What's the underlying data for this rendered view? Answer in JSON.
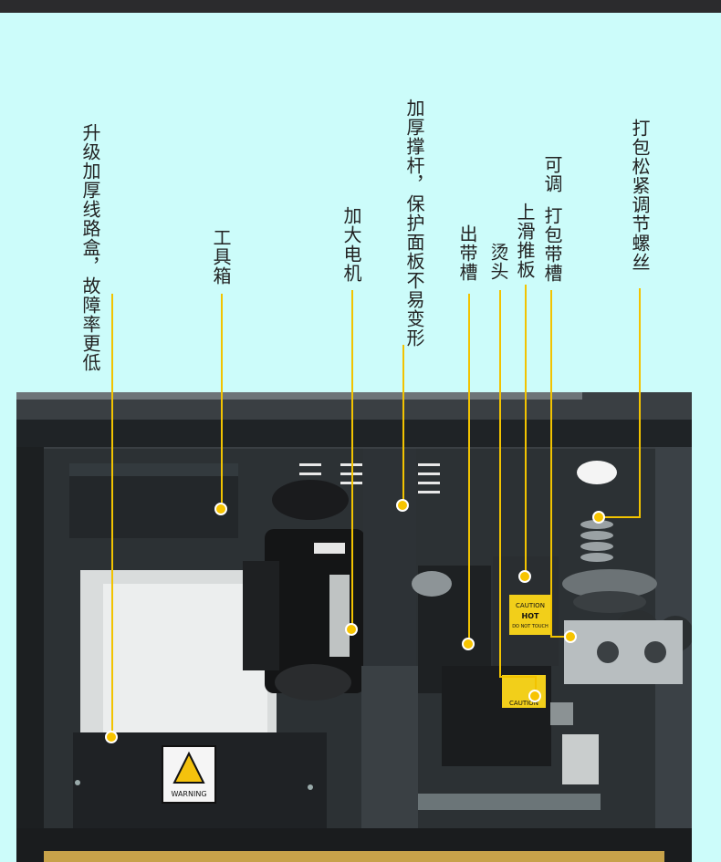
{
  "labels": {
    "junction_box_1": "升级加厚线路盒",
    "junction_box_2": "，故障率更低",
    "toolbox": "工具箱",
    "motor": "加大电机",
    "strut_1": "加厚撑杆",
    "strut_2": "，保护面板不易变形",
    "exit_slot": "出带槽",
    "heater": "烫头",
    "slide_plate": "上滑推板",
    "strap_slot_1": "可调",
    "strap_slot_2": "打包带槽",
    "tension_screw": "打包松紧调节螺丝"
  },
  "machine_text": {
    "caution_1": "CAUTION",
    "hot_1": "HOT",
    "donottouch_1": "DO NOT TOUCH",
    "caution_2": "CAUTION",
    "warning": "WARNING"
  },
  "colors": {
    "background": "#ccfcfa",
    "leader": "#f2c300",
    "text": "#222222"
  }
}
